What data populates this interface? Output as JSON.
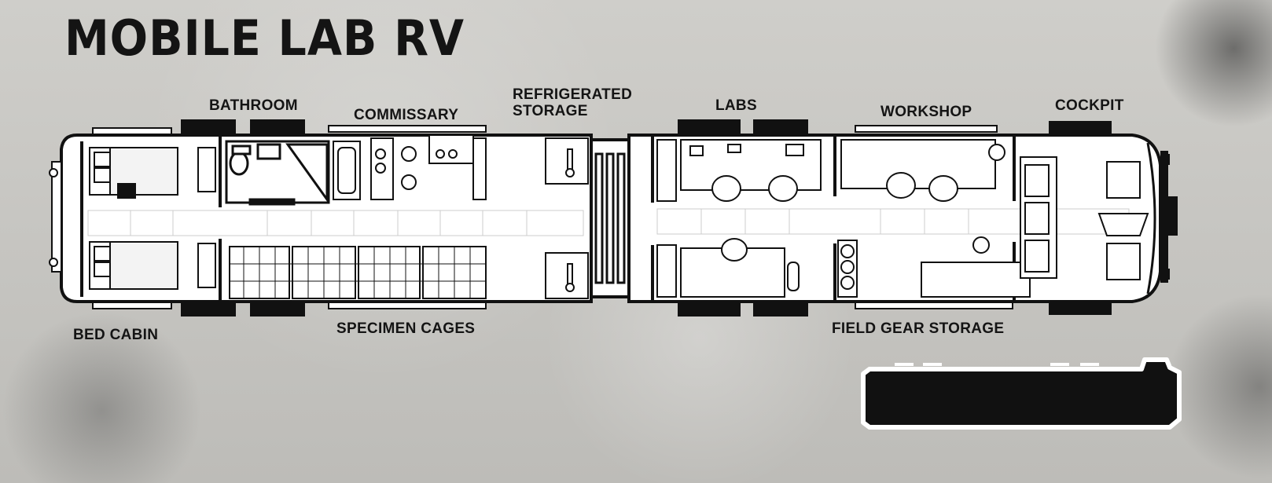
{
  "title": "MOBILE LAB RV",
  "labels": {
    "bathroom": "BATHROOM",
    "commissary": "COMMISSARY",
    "refrigerated_storage": "REFRIGERATED\nSTORAGE",
    "labs": "LABS",
    "workshop": "WORKSHOP",
    "cockpit": "COCKPIT",
    "bed_cabin": "BED CABIN",
    "specimen_cages": "SPECIMEN CAGES",
    "field_gear_storage": "FIELD GEAR STORAGE"
  },
  "colors": {
    "background": "#c9c8c4",
    "ink": "#141414",
    "floor": "#ffffff"
  }
}
